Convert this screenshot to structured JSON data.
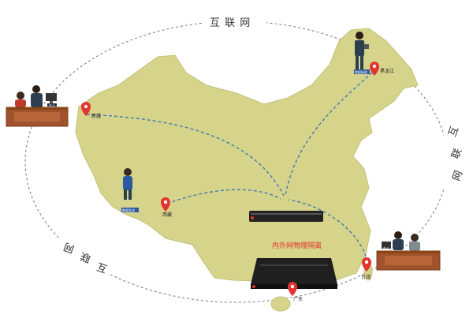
{
  "ring_labels": {
    "top": "互 联 网",
    "right_top": "互",
    "right_mid": "联",
    "right_bottom": "网",
    "left_top": "网",
    "left_mid": "联",
    "left_bottom": "互"
  },
  "locations": {
    "xinjiang": "新疆",
    "heilongjiang": "黑龙江",
    "xizang": "西藏",
    "guangdong": "广东",
    "taiwan": "台湾"
  },
  "device_caption": "内外网物理隔离",
  "tiny_labels": {
    "office_left": "办公",
    "person_north": "数据接收",
    "person_west": "数据发送",
    "office_right": "办公"
  },
  "colors": {
    "map_fill": "#d6d38a",
    "pin": "#e3342f",
    "dashed_link": "#3a78b5",
    "desk": "#a0522d",
    "device": "#222222"
  }
}
